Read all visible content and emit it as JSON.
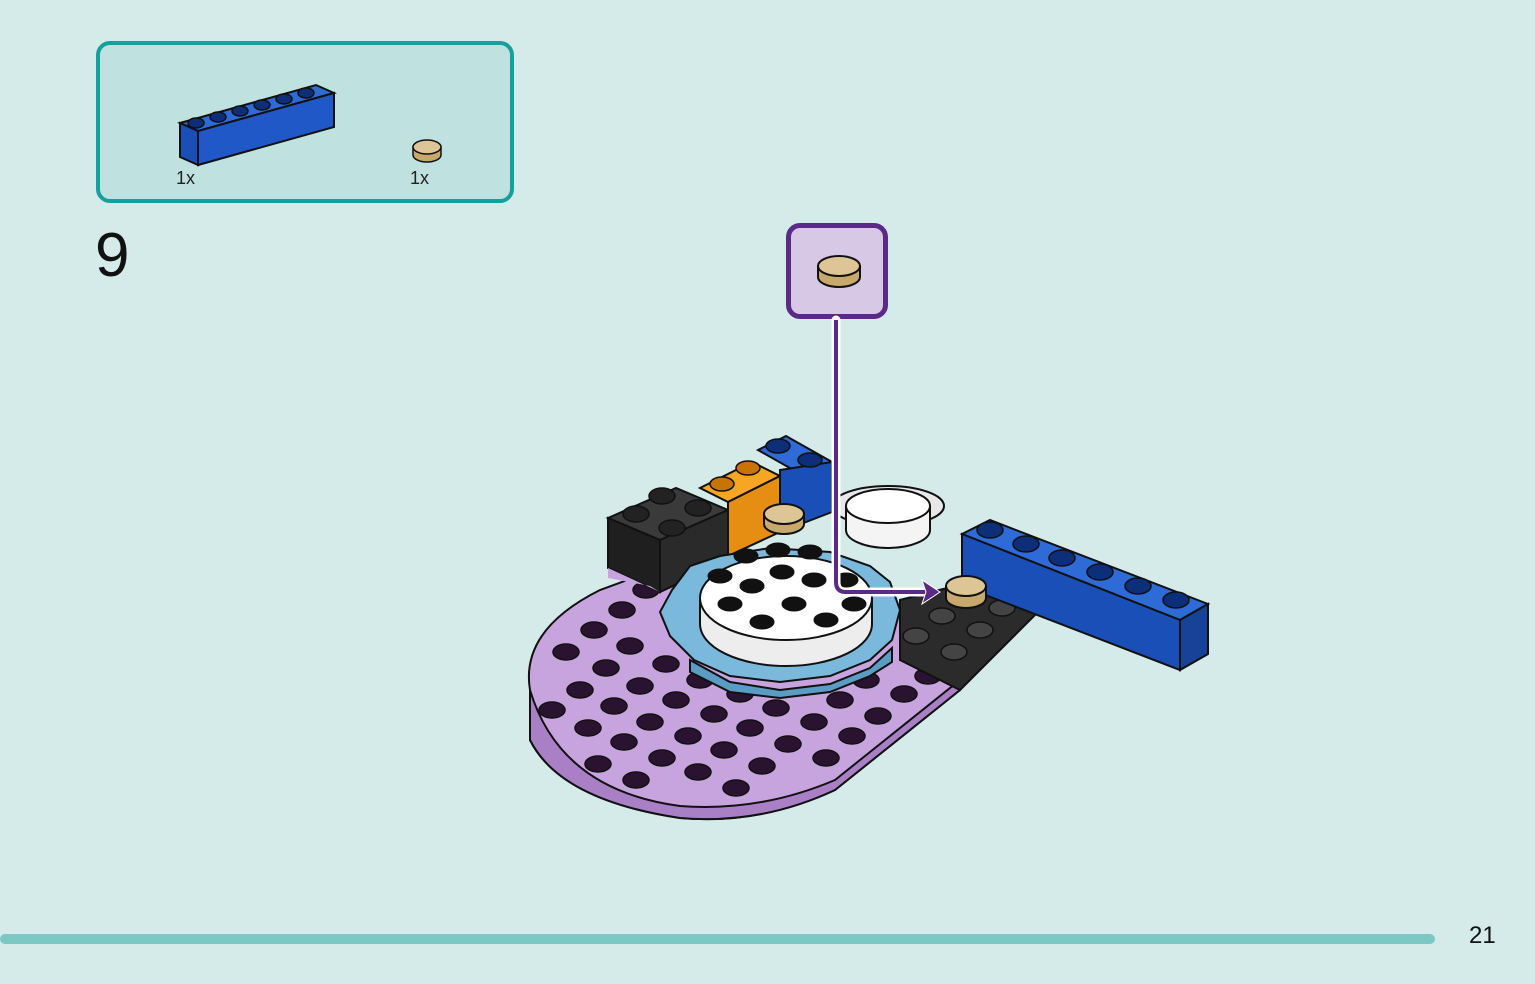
{
  "parts_list": {
    "items": [
      {
        "icon": "blue-1x6-brick-icon",
        "qty": "1x"
      },
      {
        "icon": "tan-round-tile-icon",
        "qty": "1x"
      }
    ]
  },
  "step": {
    "number": "9"
  },
  "callout": {
    "icon": "tan-round-tile-icon"
  },
  "page": {
    "number": "21"
  },
  "colors": {
    "background": "#d4ebe9",
    "parts_box_border": "#14a09c",
    "callout_border": "#5b2a86",
    "footer_bar": "#7cc8c4"
  }
}
